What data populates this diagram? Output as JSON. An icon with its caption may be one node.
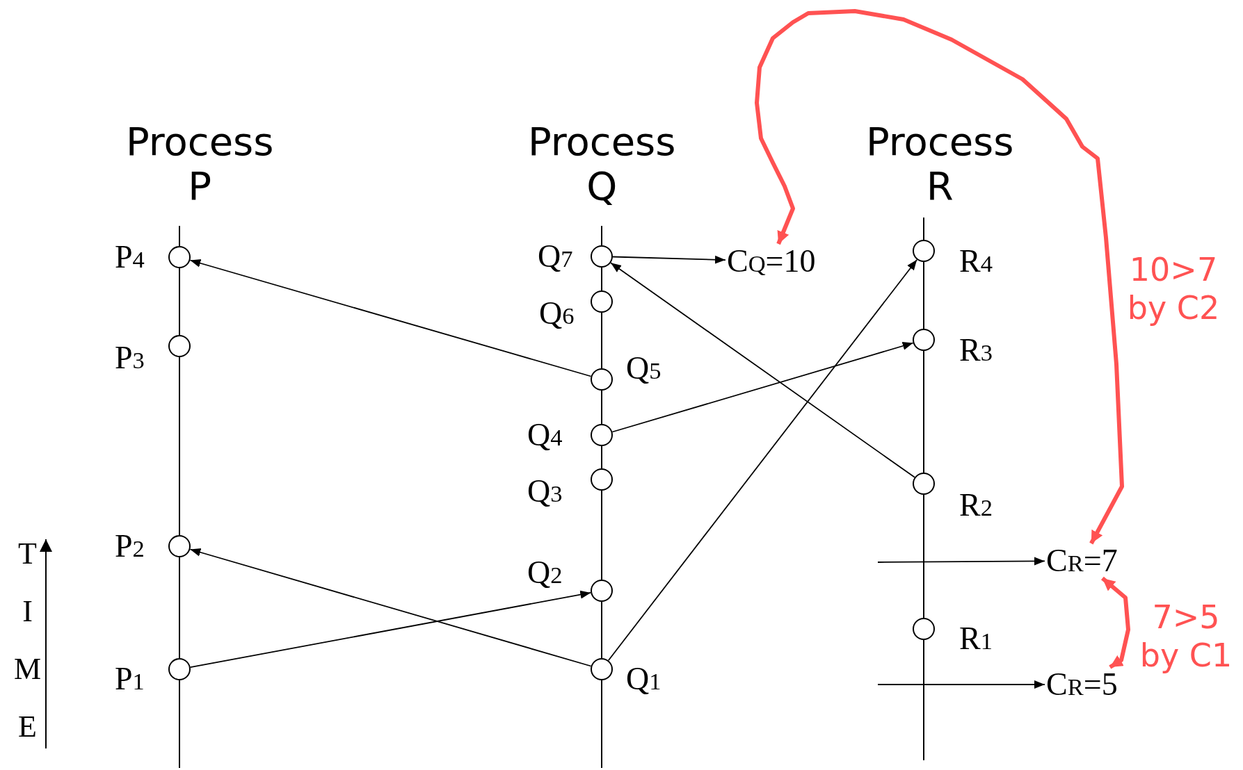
{
  "diagram": {
    "nodes": [
      {
        "text": [],
        "shape": "circle",
        "beside": [
          "P$_{4}$"
        ]
      },
      {
        "text": [],
        "shape": "circle",
        "beside": [
          "P$_{3}$"
        ]
      },
      {
        "text": [],
        "shape": "circle",
        "beside": [
          "P$_{2}$"
        ]
      },
      {
        "text": [],
        "shape": "circle",
        "beside": [
          "P$_{1}$"
        ]
      },
      {
        "text": [],
        "shape": "circle",
        "beside": [
          "Q$_{7}$"
        ]
      },
      {
        "text": [],
        "shape": "circle",
        "beside": [
          "Q$_{6}$"
        ]
      },
      {
        "text": [],
        "shape": "circle",
        "beside": [
          "Q$_{5}$"
        ]
      },
      {
        "text": [],
        "shape": "circle",
        "beside": [
          "Q$_{4}$"
        ]
      },
      {
        "text": [],
        "shape": "circle",
        "beside": [
          "Q$_{3}$"
        ]
      },
      {
        "text": [],
        "shape": "circle",
        "beside": [
          "Q$_{2}$"
        ]
      },
      {
        "text": [],
        "shape": "circle",
        "beside": [
          "Q$_{1}$"
        ]
      },
      {
        "text": [
          "C$_{Q}$=10"
        ]
      },
      {
        "text": [],
        "shape": "circle",
        "beside": [
          "R$_{4}$"
        ]
      },
      {
        "text": [],
        "shape": "circle",
        "beside": [
          "R$_{3}$"
        ]
      },
      {
        "text": [],
        "shape": "circle",
        "beside": [
          "R$_{2}$"
        ]
      },
      {
        "text": [],
        "shape": "circle",
        "beside": [
          "R$_{1}$"
        ]
      },
      {
        "text": [
          "C$_{R}$=7"
        ]
      },
      {
        "text": [
          "C$_{R}$=5"
        ]
      }
    ],
    "edges": [
      {
        "from": 3,
        "to": 9,
        "arrow": "to"
      },
      {
        "from": 10,
        "to": 2,
        "arrow": "to"
      },
      {
        "from": 10,
        "to": 12,
        "arrow": "to"
      },
      {
        "from": 7,
        "to": 13,
        "arrow": "to"
      },
      {
        "from": 6,
        "to": 0,
        "arrow": "to"
      },
      {
        "from": 14,
        "to": 4,
        "arrow": "to"
      },
      {
        "from": 4,
        "to": 11,
        "arrow": "to"
      },
      {
        "from": null,
        "to": 16,
        "arrow": "to"
      },
      {
        "from": null,
        "to": 17,
        "arrow": "to"
      },
      {
        "from": 16,
        "to": 11,
        "arrow": "both",
        "label": "10>7 by C2",
        "style": "thick",
        "color": "#ff5252"
      },
      {
        "from": 17,
        "to": 16,
        "arrow": "both",
        "label": "7>5 by C1",
        "style": "thick",
        "color": "#ff5252"
      }
    ],
    "labels": [
      "Process P",
      "Process Q",
      "Process R",
      "TIME"
    ]
  }
}
